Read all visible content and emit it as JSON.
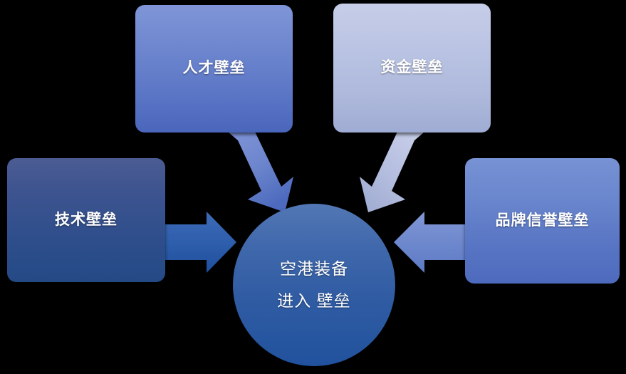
{
  "diagram": {
    "title": "空港装备进入壁垒",
    "background_color": "#000000",
    "center": {
      "name": "core-node",
      "shape": "circle",
      "lines": [
        "空港装备",
        "进入 壁垒"
      ],
      "text_color": "#FFFFFF",
      "fill_top": "#5277B4",
      "fill_bottom": "#21529D"
    },
    "nodes": [
      {
        "key": "talent",
        "label": "人才壁垒",
        "position": "top-left",
        "fill_top": "#8095D8",
        "fill_bottom": "#4A66BB",
        "text_color": "#FFFFFF"
      },
      {
        "key": "capital",
        "label": "资金壁垒",
        "position": "top-right",
        "fill_top": "#C6CDE8",
        "fill_bottom": "#9FACD3",
        "text_color": "#FFFFFF"
      },
      {
        "key": "technology",
        "label": "技术壁垒",
        "position": "left",
        "fill_top": "#4C5C93",
        "fill_bottom": "#244A86",
        "text_color": "#FFFFFF"
      },
      {
        "key": "brand",
        "label": "品牌信誉壁垒",
        "position": "right",
        "fill_top": "#7792D4",
        "fill_bottom": "#4D6ABD",
        "text_color": "#FFFFFF"
      }
    ],
    "arrows": [
      {
        "key": "talent-to-core",
        "name": "arrow-talent-to-core",
        "from": "人才壁垒",
        "to": "空港装备进入壁垒",
        "direction": "down-right",
        "color_start": "#8095D8",
        "color_end": "#4E6BBE"
      },
      {
        "key": "capital-to-core",
        "name": "arrow-capital-to-core",
        "from": "资金壁垒",
        "to": "空港装备进入壁垒",
        "direction": "down-left",
        "color_start": "#C6CDE8",
        "color_end": "#A3AFD4"
      },
      {
        "key": "technology-to-core",
        "name": "arrow-technology-to-core",
        "from": "技术壁垒",
        "to": "空港装备进入壁垒",
        "direction": "right",
        "color_start": "#3D6BB8",
        "color_end": "#1F4F9C"
      },
      {
        "key": "brand-to-core",
        "name": "arrow-brand-to-core",
        "from": "品牌信誉壁垒",
        "to": "空港装备进入壁垒",
        "direction": "left",
        "color_start": "#8097D6",
        "color_end": "#5D7AC6"
      }
    ]
  }
}
